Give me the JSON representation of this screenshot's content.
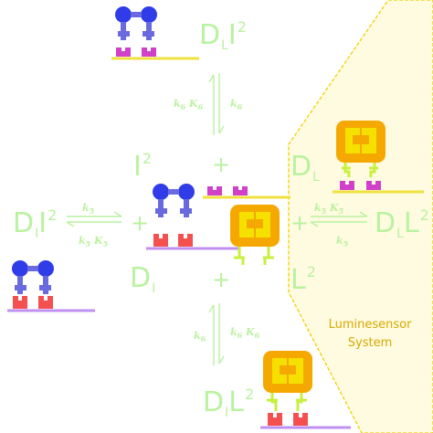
{
  "colors": {
    "text_green": "#b9f2a0",
    "receptor_blue": "#2f3ce8",
    "receptor_stem": "#6a6ae0",
    "red_site": "#f55050",
    "magenta_site": "#d040c8",
    "purple_dna": "#c090f0",
    "yellow_dna": "#f0e040",
    "luciferase_orange": "#f5a800",
    "luciferase_yellow": "#f5e000",
    "region_fill": "#fffbe0",
    "region_border": "#f0d000",
    "lumi_text": "#d8a800"
  },
  "labels": {
    "di2_top": {
      "base": "D",
      "sub": "L",
      "rest": "I",
      "sup": "2"
    },
    "i2": {
      "base": "I",
      "sup": "2"
    },
    "plus_top": "+",
    "dl": {
      "base": "D",
      "sub": "L"
    },
    "di2_left": {
      "base": "D",
      "sub": "I",
      "rest": "I",
      "sup": "2"
    },
    "plus_left": "+",
    "plus_right": "+",
    "dll2_right": {
      "base": "D",
      "sub": "L",
      "rest": "L",
      "sup": "2"
    },
    "di": {
      "base": "D",
      "sub": "I"
    },
    "plus_mid": "+",
    "l2": {
      "base": "L",
      "sup": "2"
    },
    "dll2_bottom": {
      "base": "D",
      "sub": "I",
      "rest": "L",
      "sup": "2"
    }
  },
  "rates": {
    "k6_top_left": {
      "k1": "k",
      "s1": "6",
      "k2": "K",
      "s2": "6"
    },
    "k6_top_right": {
      "k1": "k",
      "s1": "6"
    },
    "k5_left_top": {
      "k1": "k",
      "s1": "5"
    },
    "k5_left_bottom": {
      "k1": "k",
      "s1": "5",
      "k2": "K",
      "s2": "5"
    },
    "k5_right_top": {
      "k1": "k",
      "s1": "5",
      "k2": "K",
      "s2": "5"
    },
    "k5_right_bottom": {
      "k1": "k",
      "s1": "5"
    },
    "k6_bottom_left": {
      "k1": "k",
      "s1": "6"
    },
    "k6_bottom_right": {
      "k1": "k",
      "s1": "6",
      "k2": "K",
      "s2": "6"
    }
  },
  "region": {
    "line1": "Luminesensor",
    "line2": "System"
  }
}
